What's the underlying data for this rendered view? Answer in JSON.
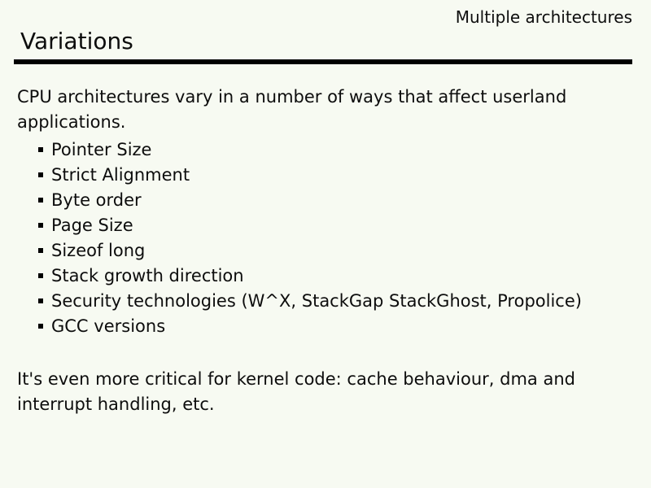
{
  "slide": {
    "header": "Multiple architectures",
    "title": "Variations",
    "intro": "CPU architectures vary in a number of ways that affect userland applications.",
    "bullets": [
      "Pointer Size",
      "Strict Alignment",
      "Byte order",
      "Page Size",
      "Sizeof long",
      "Stack growth direction",
      "Security technologies (W^X, StackGap StackGhost, Propolice)",
      "GCC versions"
    ],
    "outro": "It's even more critical for kernel code: cache behaviour, dma and interrupt handling, etc.",
    "colors": {
      "background": "#f7faf2",
      "text": "#0d0d0d",
      "rule": "#000000"
    }
  }
}
